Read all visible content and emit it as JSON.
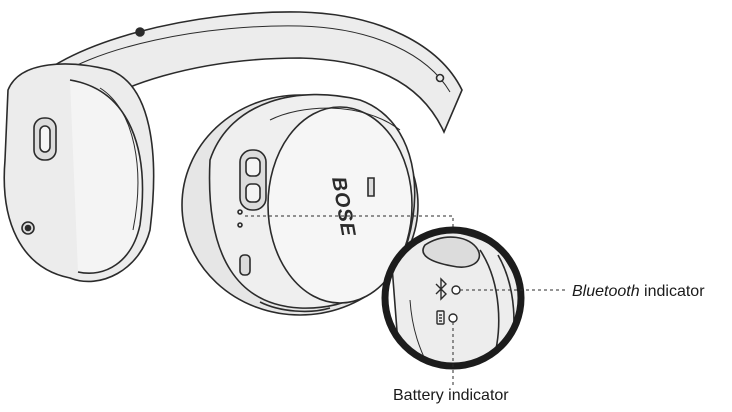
{
  "brand": {
    "logo_text": "BOSE"
  },
  "callouts": {
    "bluetooth": {
      "emphasis": "Bluetooth",
      "rest": " indicator"
    },
    "battery": {
      "text": "Battery indicator"
    }
  },
  "colors": {
    "outline": "#2b2b2b",
    "fill": "#ececec",
    "highlight": "#f6f6f6",
    "shadow": "#c9c9c9",
    "ring": "#1c1c1c"
  }
}
